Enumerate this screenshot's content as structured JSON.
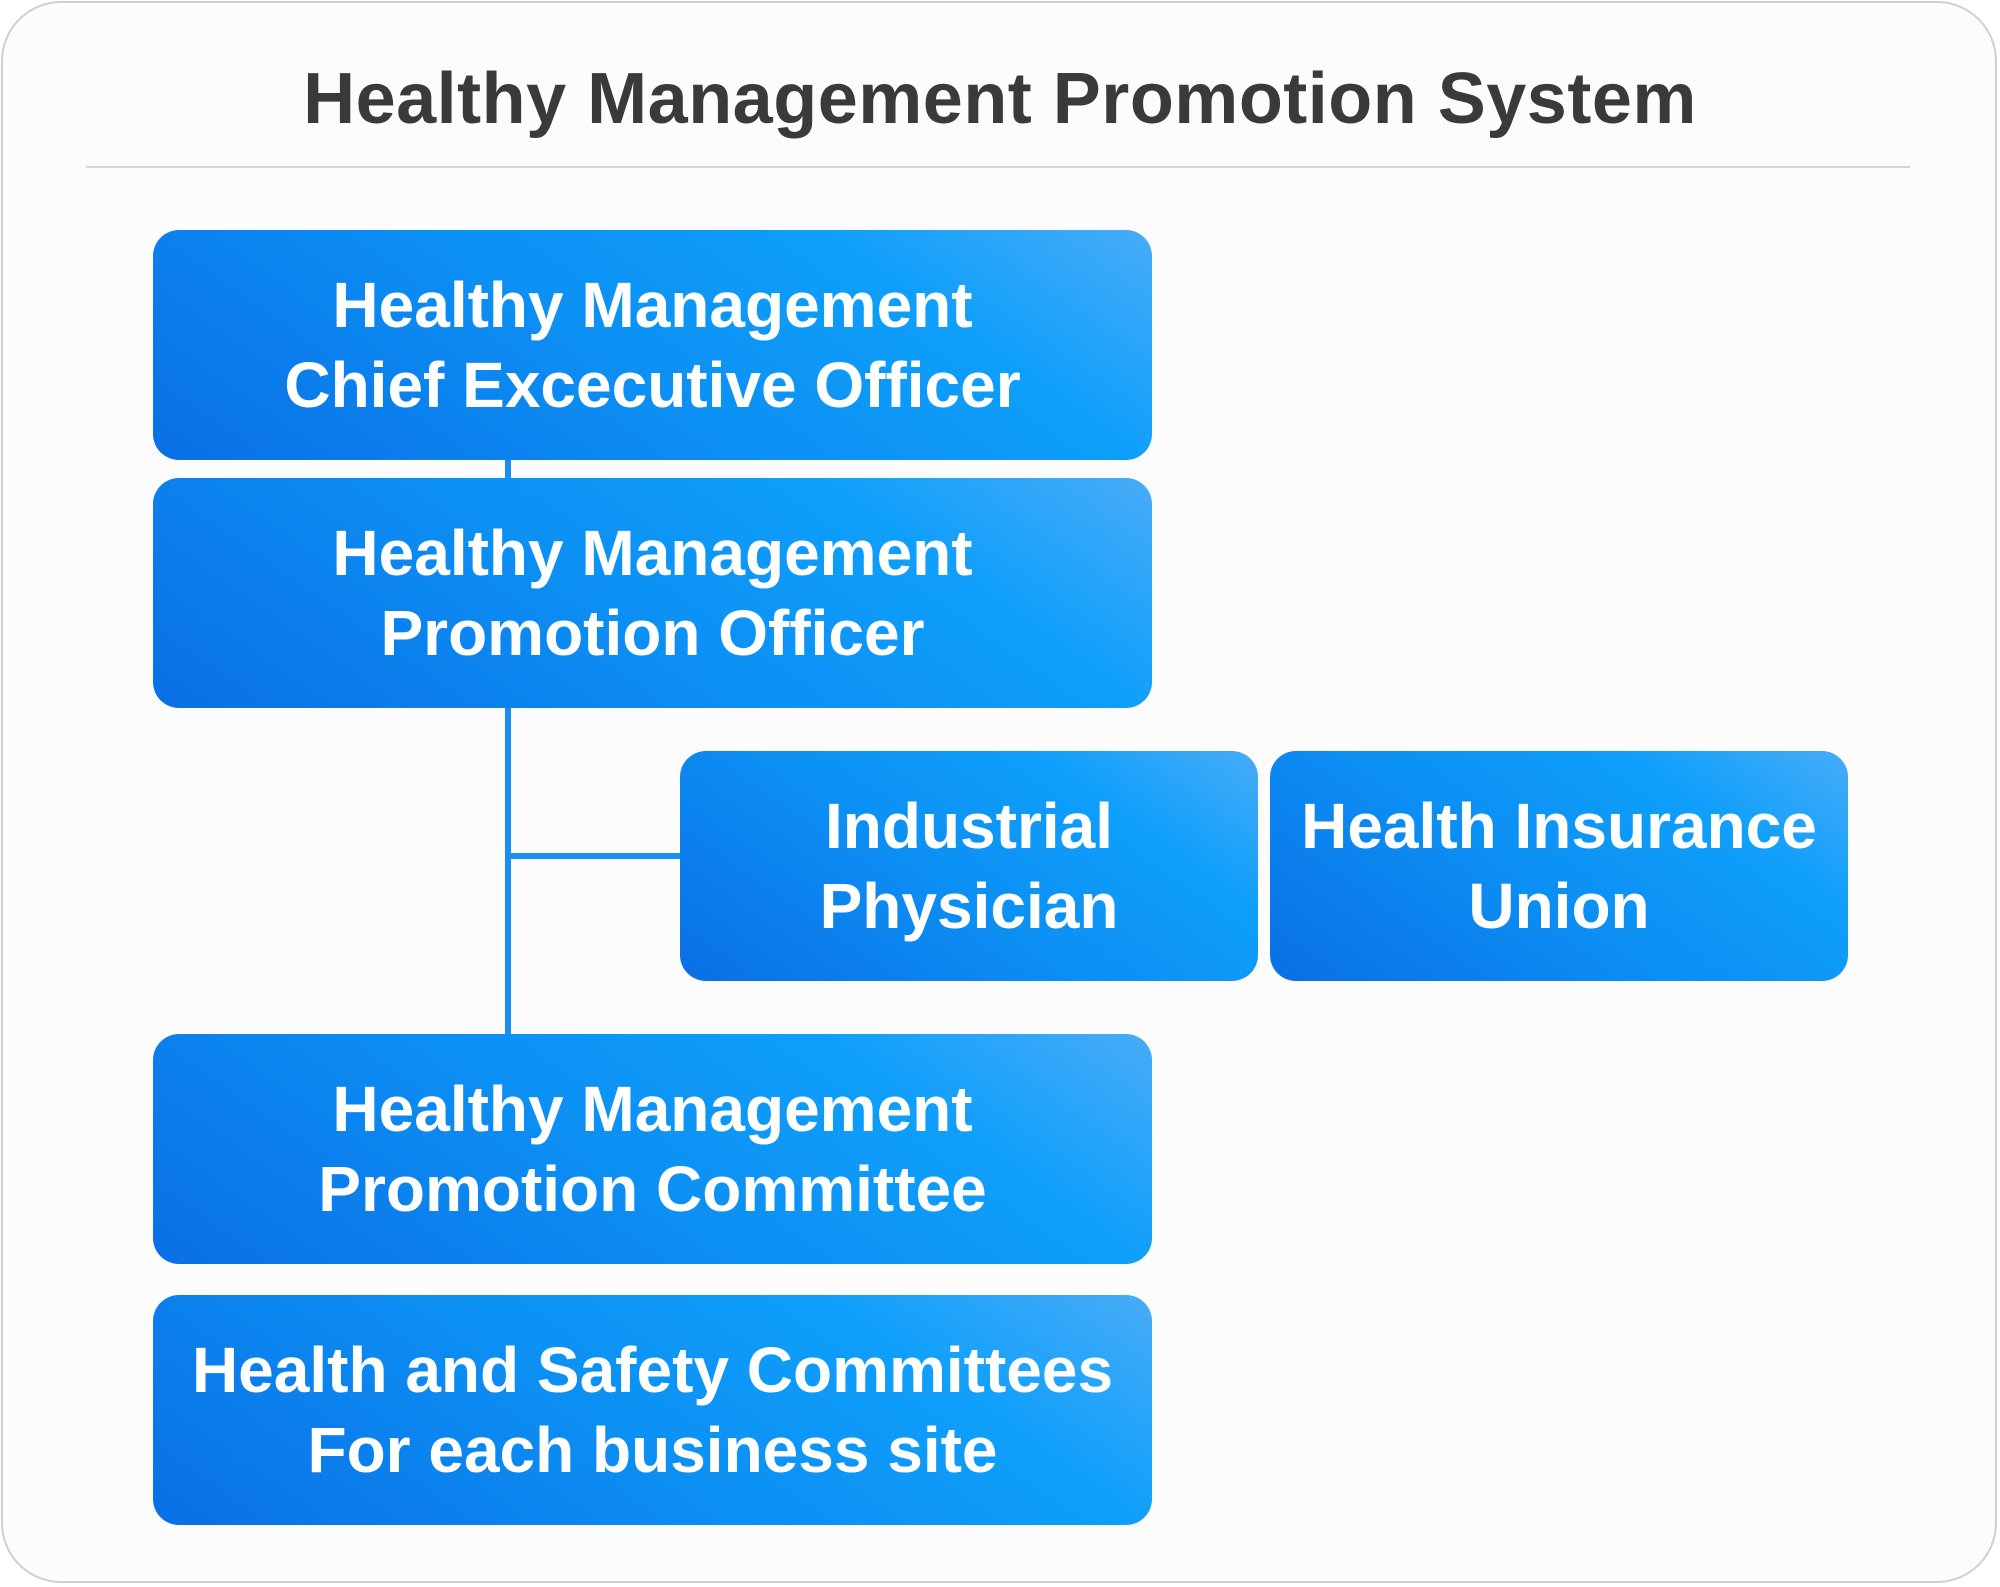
{
  "title": "Healthy Management Promotion System",
  "nodes": {
    "ceo": {
      "line1": "Healthy Management",
      "line2": "Chief Excecutive Officer"
    },
    "officer": {
      "line1": "Healthy Management",
      "line2": "Promotion Officer"
    },
    "physician": {
      "line1": "Industrial",
      "line2": "Physician"
    },
    "union": {
      "line1": "Health Insurance",
      "line2": "Union"
    },
    "committee": {
      "line1": "Healthy Management",
      "line2": "Promotion Committee"
    },
    "sites": {
      "line1": "Health and Safety Committees",
      "line2": "For each business site"
    }
  },
  "colors": {
    "node_fill": "#0c8ff3",
    "node_fill_dark": "#0a6fe6",
    "connector": "#1a8ff0",
    "title_text": "#3a3a3a"
  }
}
